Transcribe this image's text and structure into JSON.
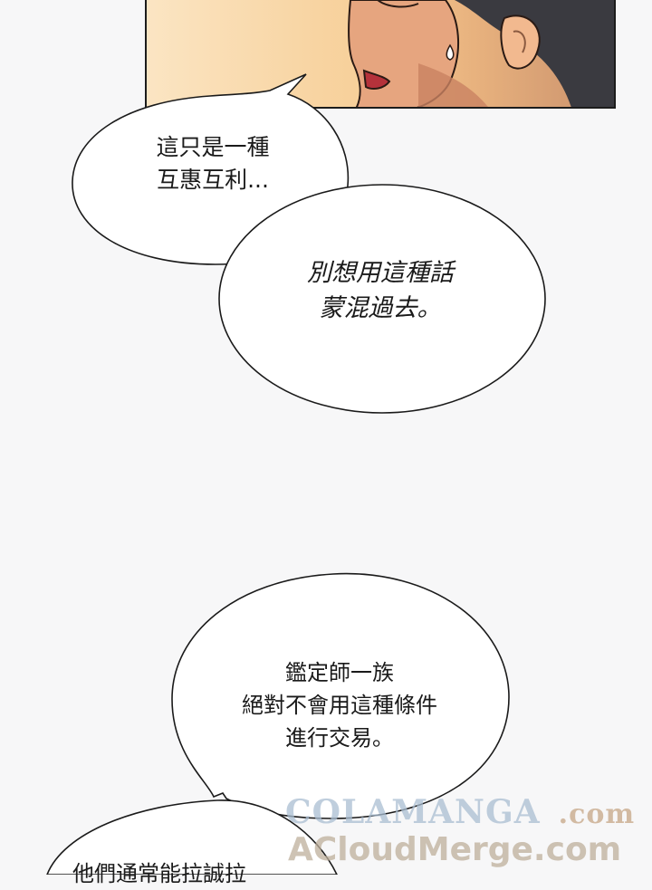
{
  "bubbles": {
    "b1": {
      "line1": "這只是一種",
      "line2": "互惠互利..."
    },
    "b2": {
      "line1": "別想用這種話",
      "line2": "蒙混過去。"
    },
    "b3": {
      "line1": "鑑定師一族",
      "line2": "絕對不會用這種條件",
      "line3": "進行交易。"
    },
    "b4": {
      "line1": "他們通常能拉誠拉"
    }
  },
  "watermark": {
    "brand": "COLAMANGA",
    "domain": ".com",
    "site": "ACloudMerge.com"
  }
}
